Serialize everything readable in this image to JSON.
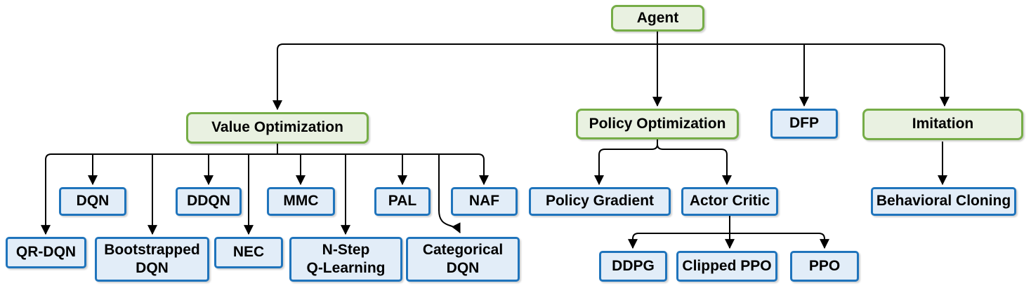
{
  "diagram": {
    "colors": {
      "green_fill": "#E9F1E1",
      "green_border": "#76AD47",
      "blue_fill": "#E2EDF8",
      "blue_border": "#1F74BC",
      "line": "#000000"
    },
    "nodes": [
      {
        "id": "agent",
        "label": "Agent",
        "style": "green"
      },
      {
        "id": "value-optimization",
        "label": "Value Optimization",
        "style": "green"
      },
      {
        "id": "policy-optimization",
        "label": "Policy Optimization",
        "style": "green"
      },
      {
        "id": "dfp",
        "label": "DFP",
        "style": "blue"
      },
      {
        "id": "imitation",
        "label": "Imitation",
        "style": "green"
      },
      {
        "id": "dqn",
        "label": "DQN",
        "style": "blue"
      },
      {
        "id": "ddqn",
        "label": "DDQN",
        "style": "blue"
      },
      {
        "id": "mmc",
        "label": "MMC",
        "style": "blue"
      },
      {
        "id": "pal",
        "label": "PAL",
        "style": "blue"
      },
      {
        "id": "naf",
        "label": "NAF",
        "style": "blue"
      },
      {
        "id": "qr-dqn",
        "label": "QR-DQN",
        "style": "blue"
      },
      {
        "id": "bootstrapped-dqn",
        "label": "Bootstrapped\nDQN",
        "style": "blue"
      },
      {
        "id": "nec",
        "label": "NEC",
        "style": "blue"
      },
      {
        "id": "n-step-q-learning",
        "label": "N-Step\nQ-Learning",
        "style": "blue"
      },
      {
        "id": "categorical-dqn",
        "label": "Categorical\nDQN",
        "style": "blue"
      },
      {
        "id": "policy-gradient",
        "label": "Policy Gradient",
        "style": "blue"
      },
      {
        "id": "actor-critic",
        "label": "Actor Critic",
        "style": "blue"
      },
      {
        "id": "ddpg",
        "label": "DDPG",
        "style": "blue"
      },
      {
        "id": "clipped-ppo",
        "label": "Clipped PPO",
        "style": "blue"
      },
      {
        "id": "ppo",
        "label": "PPO",
        "style": "blue"
      },
      {
        "id": "behavioral-cloning",
        "label": "Behavioral Cloning",
        "style": "blue"
      }
    ],
    "edges": [
      {
        "from": "Agent",
        "to": "Value Optimization"
      },
      {
        "from": "Agent",
        "to": "Policy Optimization"
      },
      {
        "from": "Agent",
        "to": "DFP"
      },
      {
        "from": "Agent",
        "to": "Imitation"
      },
      {
        "from": "Value Optimization",
        "to": "QR-DQN"
      },
      {
        "from": "Value Optimization",
        "to": "DQN"
      },
      {
        "from": "Value Optimization",
        "to": "Bootstrapped DQN"
      },
      {
        "from": "Value Optimization",
        "to": "DDQN"
      },
      {
        "from": "Value Optimization",
        "to": "NEC"
      },
      {
        "from": "Value Optimization",
        "to": "MMC"
      },
      {
        "from": "Value Optimization",
        "to": "N-Step Q-Learning"
      },
      {
        "from": "Value Optimization",
        "to": "PAL"
      },
      {
        "from": "Value Optimization",
        "to": "Categorical DQN"
      },
      {
        "from": "Value Optimization",
        "to": "NAF"
      },
      {
        "from": "Policy Optimization",
        "to": "Policy Gradient"
      },
      {
        "from": "Policy Optimization",
        "to": "Actor Critic"
      },
      {
        "from": "Actor Critic",
        "to": "DDPG"
      },
      {
        "from": "Actor Critic",
        "to": "Clipped PPO"
      },
      {
        "from": "Actor Critic",
        "to": "PPO"
      },
      {
        "from": "Imitation",
        "to": "Behavioral Cloning"
      }
    ]
  }
}
